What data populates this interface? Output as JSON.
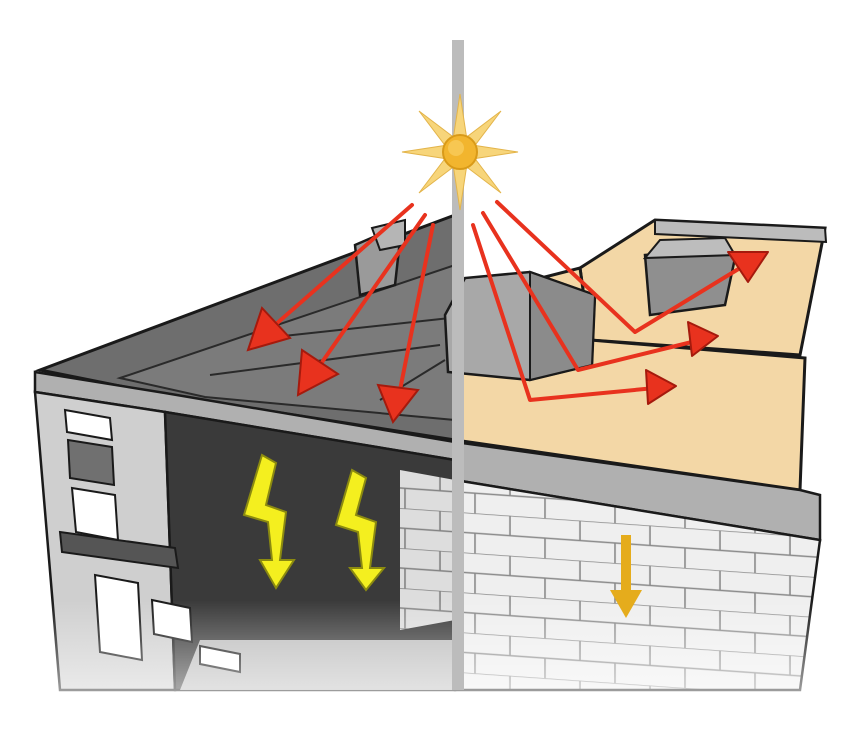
{
  "canvas": {
    "background": "#ffffff"
  },
  "colors": {
    "sun_core": "#f2b52e",
    "sun_rays": "#f7d57a",
    "red_arrow": "#e8321e",
    "yellow_bolt": "#f4ef1f",
    "orange_arrow": "#e5ac1c",
    "dark_roof": "#6e6e6e",
    "cool_roof": "#f3d7a6",
    "dark_facade": "#3a3a3a",
    "brick_facade": "#efefef",
    "divider_pole": "#bcbcbc"
  },
  "icons": {
    "sun": "sun-icon",
    "heat_bolt": "lightning-bolt-icon",
    "small_heat": "down-arrow-icon"
  },
  "diagram": {
    "sections": [
      {
        "id": "dark-roof",
        "description_visible": false
      },
      {
        "id": "cool-roof",
        "description_visible": false
      }
    ],
    "absorbed_rays_count": 3,
    "reflected_rays_count": 3,
    "heat_bolts_count": 2
  }
}
